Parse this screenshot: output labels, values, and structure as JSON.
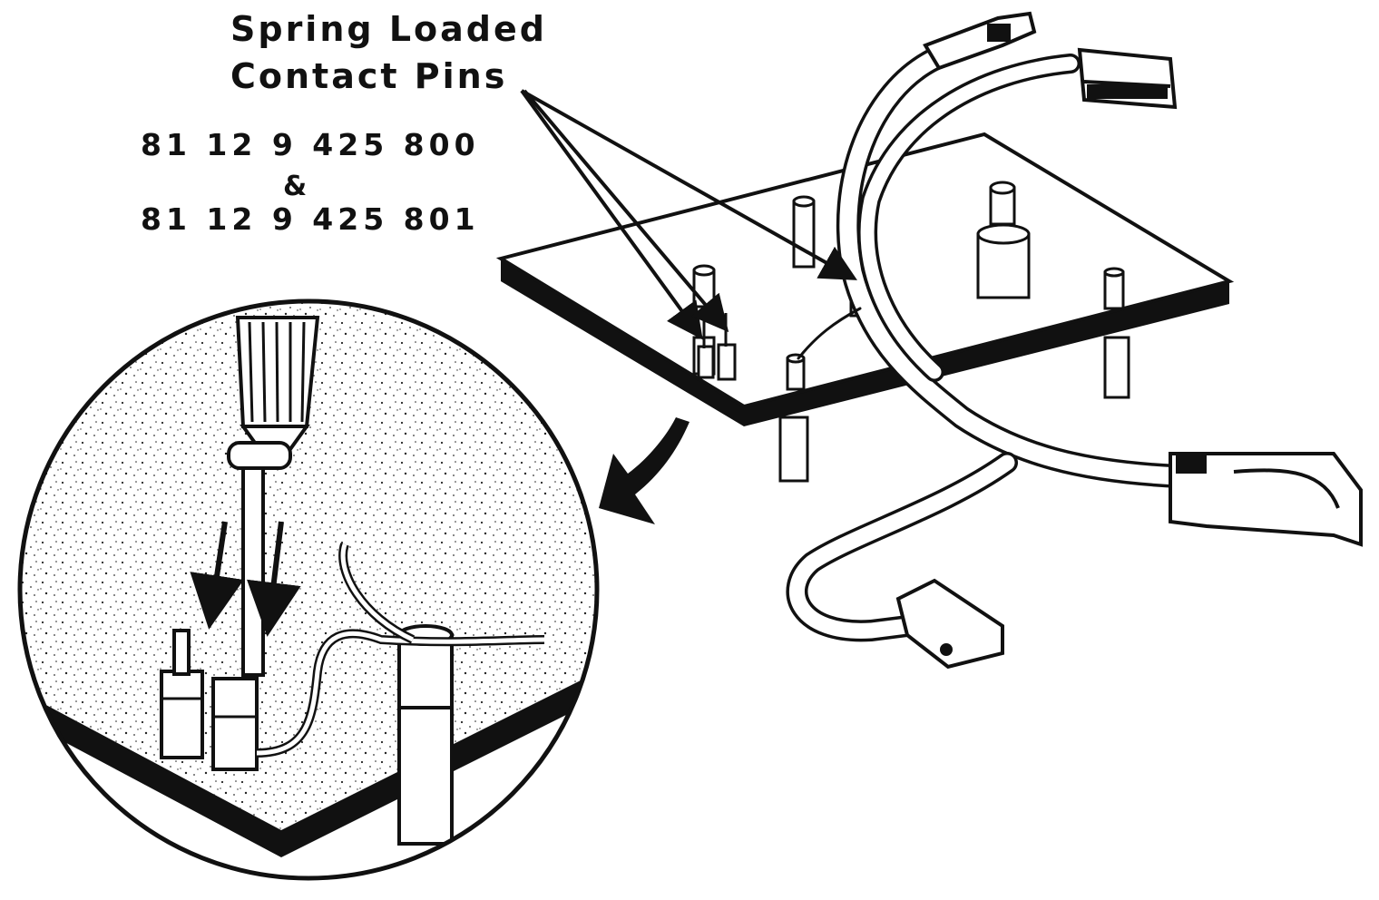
{
  "callout": {
    "title_line1": "Spring Loaded",
    "title_line2": "Contact Pins"
  },
  "part_numbers": {
    "pn1": "81 12 9 425 800",
    "separator": "&",
    "pn2": "81 12 9 425 801"
  },
  "colors": {
    "ink": "#111111",
    "paper": "#ffffff"
  }
}
